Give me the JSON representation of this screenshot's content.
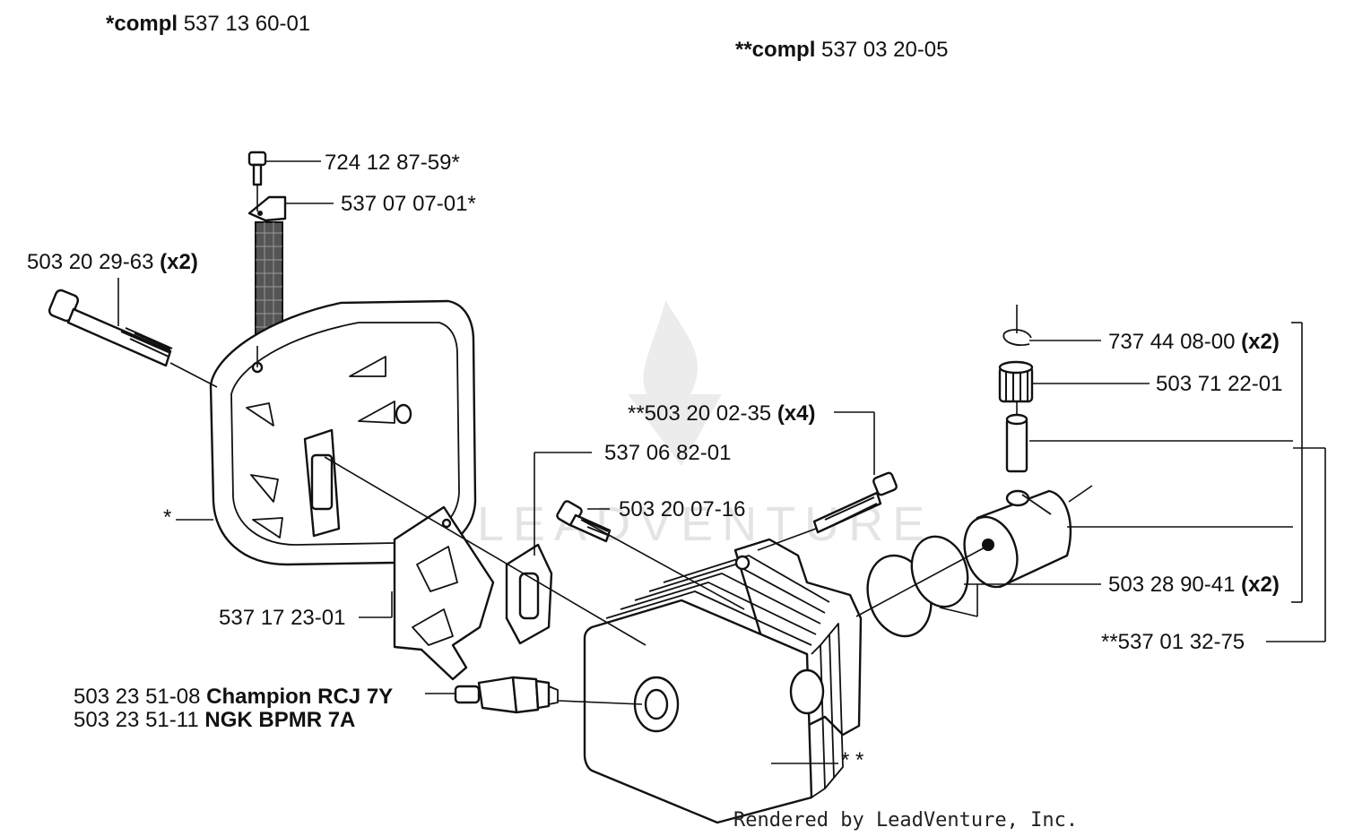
{
  "header": {
    "compl_left": {
      "bold": "*compl",
      "code": "537 13 60-01"
    },
    "compl_right": {
      "bold": "**compl",
      "code": "537 03 20-05"
    }
  },
  "watermark": "LEADVENTURE",
  "labels": {
    "screw_top": {
      "code": "724 12 87-59*",
      "qty": ""
    },
    "bracket_top": {
      "code": "537 07 07-01*",
      "qty": ""
    },
    "muffler_bolt": {
      "code": "503 20 29-63",
      "qty": "(x2)"
    },
    "muffler_star": {
      "code": "*",
      "qty": ""
    },
    "cyl_screw": {
      "code": "**503 20 02-35",
      "qty": "(x4)"
    },
    "gasket": {
      "code": "537 06 82-01",
      "qty": ""
    },
    "bolt_small": {
      "code": "503 20 07-16",
      "qty": ""
    },
    "heat_shield": {
      "code": "537 17 23-01",
      "qty": ""
    },
    "plug_champion": {
      "code": "503 23 51-08",
      "qty": "Champion RCJ 7Y"
    },
    "plug_ngk": {
      "code": "503 23 51-11",
      "qty": "NGK BPMR 7A"
    },
    "circlip": {
      "code": "737 44 08-00",
      "qty": "(x2)"
    },
    "bearing": {
      "code": "503 71 22-01",
      "qty": ""
    },
    "rings": {
      "code": "503 28 90-41",
      "qty": "(x2)"
    },
    "piston_kit": {
      "code": "**537 01 32-75",
      "qty": ""
    },
    "cylinder_star": {
      "code": "* *",
      "qty": ""
    }
  },
  "footer": {
    "credit": "Rendered by LeadVenture, Inc."
  }
}
